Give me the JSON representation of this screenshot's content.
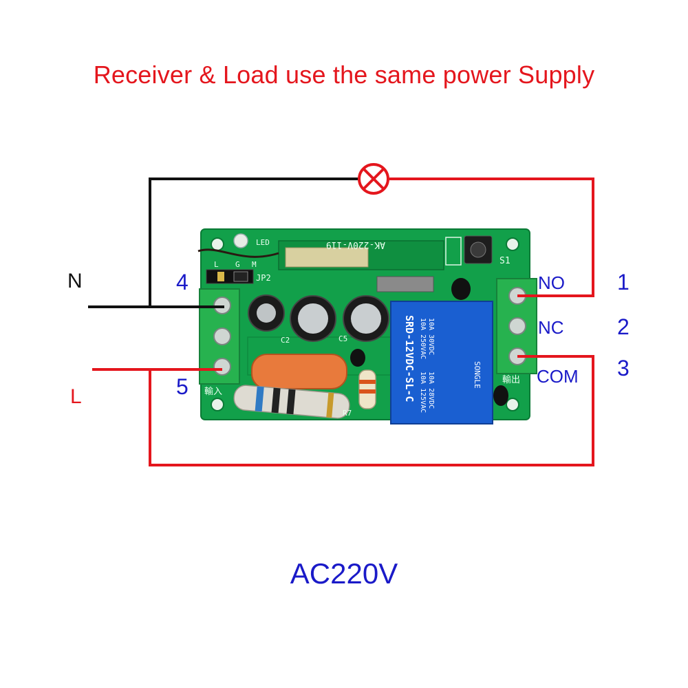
{
  "title": "Receiver & Load use the same power Supply",
  "lines": {
    "neutral": "N",
    "live": "L"
  },
  "input_terminals": {
    "top_number": "4",
    "bottom_number": "5",
    "silk_label": "輸入"
  },
  "output_terminals": [
    {
      "number": "1",
      "label": "NO"
    },
    {
      "number": "2",
      "label": "NC"
    },
    {
      "number": "3",
      "label": "COM"
    }
  ],
  "output_silk_label": "輸出",
  "board": {
    "model_marking": "AK-220V-119",
    "button_label": "S1",
    "led_label": "LED",
    "jumper_label": "JP2",
    "jumper_letters": [
      "L",
      "G",
      "M"
    ],
    "relay": {
      "brand": "SONGLE",
      "model": "SRD-12VDC-SL-C",
      "ratings": [
        "10A 250VAC",
        "10A 30VDC",
        "10A 125VAC",
        "10A 28VDC"
      ]
    },
    "silk_refs": [
      "C2",
      "C5",
      "R7"
    ]
  },
  "supply": "AC220V",
  "colors": {
    "live_wire": "#e4161d",
    "neutral_wire": "#111111",
    "label_blue": "#1a1ac8",
    "pcb_green": "#12a04a"
  },
  "icons": [
    "lamp-icon"
  ]
}
